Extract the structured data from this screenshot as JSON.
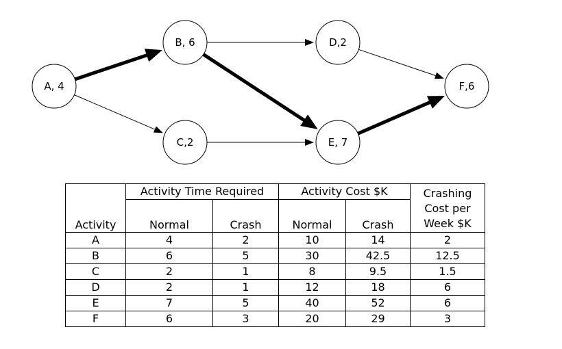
{
  "diagram": {
    "nodes": [
      {
        "id": "A",
        "label": "A, 4"
      },
      {
        "id": "B",
        "label": "B, 6"
      },
      {
        "id": "C",
        "label": "C,2"
      },
      {
        "id": "D",
        "label": "D,2"
      },
      {
        "id": "E",
        "label": "E, 7"
      },
      {
        "id": "F",
        "label": "F,6"
      }
    ],
    "edges": [
      {
        "from": "A",
        "to": "B",
        "critical": true
      },
      {
        "from": "A",
        "to": "C",
        "critical": false
      },
      {
        "from": "B",
        "to": "D",
        "critical": false
      },
      {
        "from": "B",
        "to": "E",
        "critical": true
      },
      {
        "from": "C",
        "to": "E",
        "critical": false
      },
      {
        "from": "D",
        "to": "F",
        "critical": false
      },
      {
        "from": "E",
        "to": "F",
        "critical": true
      }
    ]
  },
  "table": {
    "group_time": "Activity Time Required",
    "group_cost": "Activity Cost $K",
    "crashing_header": "Crashing Cost per Week $K",
    "col_activity": "Activity",
    "col_time_normal": "Normal",
    "col_time_crash": "Crash",
    "col_cost_normal": "Normal",
    "col_cost_crash": "Crash",
    "rows": [
      {
        "activity": "A",
        "time_normal": "4",
        "time_crash": "2",
        "cost_normal": "10",
        "cost_crash": "14",
        "crash_per_week": "2"
      },
      {
        "activity": "B",
        "time_normal": "6",
        "time_crash": "5",
        "cost_normal": "30",
        "cost_crash": "42.5",
        "crash_per_week": "12.5"
      },
      {
        "activity": "C",
        "time_normal": "2",
        "time_crash": "1",
        "cost_normal": "8",
        "cost_crash": "9.5",
        "crash_per_week": "1.5"
      },
      {
        "activity": "D",
        "time_normal": "2",
        "time_crash": "1",
        "cost_normal": "12",
        "cost_crash": "18",
        "crash_per_week": "6"
      },
      {
        "activity": "E",
        "time_normal": "7",
        "time_crash": "5",
        "cost_normal": "40",
        "cost_crash": "52",
        "crash_per_week": "6"
      },
      {
        "activity": "F",
        "time_normal": "6",
        "time_crash": "3",
        "cost_normal": "20",
        "cost_crash": "29",
        "crash_per_week": "3"
      }
    ]
  }
}
